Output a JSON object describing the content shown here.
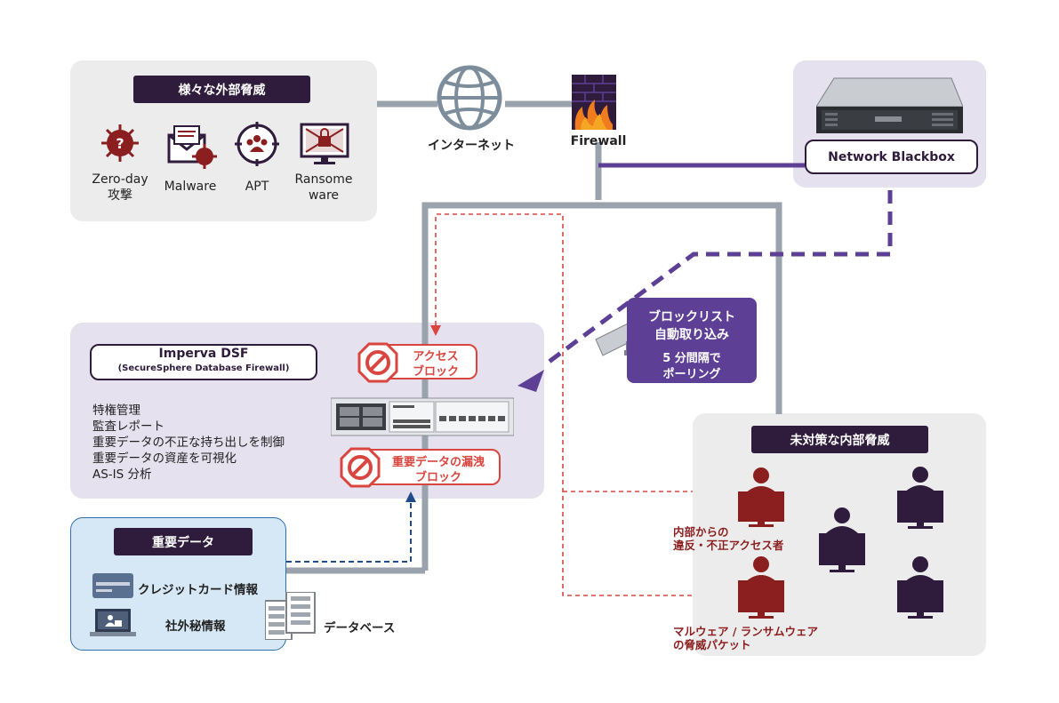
{
  "external": {
    "title": "様々な外部脅威",
    "threats": [
      {
        "label": "Zero-day\n攻撃",
        "icon": "virus-icon"
      },
      {
        "label": "Malware",
        "icon": "mail-malware-icon"
      },
      {
        "label": "APT",
        "icon": "target-people-icon"
      },
      {
        "label": "Ransome\nware",
        "icon": "lock-monitor-icon"
      }
    ]
  },
  "internet": {
    "label": "インターネット"
  },
  "firewall": {
    "label": "Firewall"
  },
  "blackbox": {
    "label": "Network Blackbox"
  },
  "blocklist": {
    "line1": "ブロックリスト",
    "line2": "自動取り込み",
    "line3": "5 分間隔で",
    "line4": "ポーリング"
  },
  "imperva": {
    "title": "Imperva DSF",
    "subtitle": "(SecureSphere Database Firewall)",
    "features": [
      "特権管理",
      "監査レポート",
      "重要データの不正な持ち出しを制御",
      "重要データの資産を可視化",
      "AS-IS 分析"
    ],
    "access_block": {
      "line1": "アクセス",
      "line2": "ブロック"
    },
    "leak_block": {
      "line1": "重要データの漏洩",
      "line2": "ブロック"
    }
  },
  "data": {
    "title": "重要データ",
    "items": [
      {
        "label": "クレジットカード情報",
        "icon": "credit-card-icon"
      },
      {
        "label": "社外秘情報",
        "icon": "confidential-laptop-icon"
      }
    ],
    "database": "データベース"
  },
  "internal": {
    "title": "未対策な内部脅威",
    "insider_label": "内部からの\n違反・不正アクセス者",
    "malware_label": "マルウェア / ランサムウェア\nの脅威パケット"
  },
  "colors": {
    "dark": "#2f1c3c",
    "purple": "#5e3f96",
    "red": "#d9453f",
    "darkred": "#8b1f1f",
    "gray": "#9aa3ad"
  }
}
